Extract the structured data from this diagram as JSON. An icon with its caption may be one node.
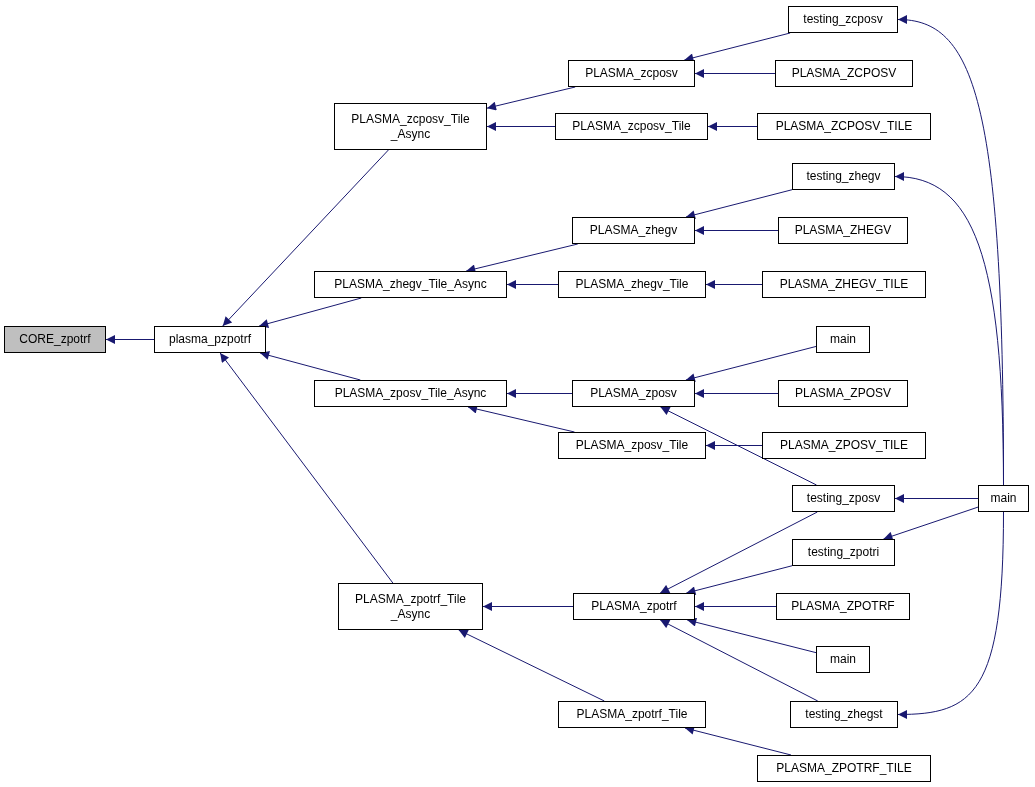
{
  "diagram": {
    "nodes": [
      {
        "text": [
          "CORE_zpotrf"
        ]
      },
      {
        "text": [
          "plasma_pzpotrf"
        ]
      },
      {
        "text": [
          "PLASMA_zcposv_Tile _Async"
        ]
      },
      {
        "text": [
          "PLASMA_zhegv_Tile_Async"
        ]
      },
      {
        "text": [
          "PLASMA_zposv_Tile_Async"
        ]
      },
      {
        "text": [
          "PLASMA_zpotrf_Tile _Async"
        ]
      },
      {
        "text": [
          "PLASMA_zcposv"
        ]
      },
      {
        "text": [
          "PLASMA_zcposv_Tile"
        ]
      },
      {
        "text": [
          "PLASMA_zhegv"
        ]
      },
      {
        "text": [
          "PLASMA_zhegv_Tile"
        ]
      },
      {
        "text": [
          "PLASMA_zposv"
        ]
      },
      {
        "text": [
          "PLASMA_zposv_Tile"
        ]
      },
      {
        "text": [
          "PLASMA_zpotrf"
        ]
      },
      {
        "text": [
          "PLASMA_zpotrf_Tile"
        ]
      },
      {
        "text": [
          "testing_zcposv"
        ]
      },
      {
        "text": [
          "PLASMA_ZCPOSV"
        ]
      },
      {
        "text": [
          "PLASMA_ZCPOSV_TILE"
        ]
      },
      {
        "text": [
          "testing_zhegv"
        ]
      },
      {
        "text": [
          "PLASMA_ZHEGV"
        ]
      },
      {
        "text": [
          "PLASMA_ZHEGV_TILE"
        ]
      },
      {
        "text": [
          "main"
        ]
      },
      {
        "text": [
          "PLASMA_ZPOSV"
        ]
      },
      {
        "text": [
          "PLASMA_ZPOSV_TILE"
        ]
      },
      {
        "text": [
          "testing_zposv"
        ]
      },
      {
        "text": [
          "testing_zpotri"
        ]
      },
      {
        "text": [
          "PLASMA_ZPOTRF"
        ]
      },
      {
        "text": [
          "main"
        ]
      },
      {
        "text": [
          "testing_zhegst"
        ]
      },
      {
        "text": [
          "PLASMA_ZPOTRF_TILE"
        ]
      },
      {
        "text": [
          "main"
        ]
      }
    ],
    "edges": [
      {
        "from": 1,
        "to": 0,
        "arrow": "to"
      },
      {
        "from": 2,
        "to": 1,
        "arrow": "to"
      },
      {
        "from": 3,
        "to": 1,
        "arrow": "to"
      },
      {
        "from": 4,
        "to": 1,
        "arrow": "to"
      },
      {
        "from": 5,
        "to": 1,
        "arrow": "to"
      },
      {
        "from": 6,
        "to": 2,
        "arrow": "to"
      },
      {
        "from": 7,
        "to": 2,
        "arrow": "to"
      },
      {
        "from": 8,
        "to": 3,
        "arrow": "to"
      },
      {
        "from": 9,
        "to": 3,
        "arrow": "to"
      },
      {
        "from": 10,
        "to": 4,
        "arrow": "to"
      },
      {
        "from": 11,
        "to": 4,
        "arrow": "to"
      },
      {
        "from": 12,
        "to": 5,
        "arrow": "to"
      },
      {
        "from": 13,
        "to": 5,
        "arrow": "to"
      },
      {
        "from": 14,
        "to": 6,
        "arrow": "to"
      },
      {
        "from": 15,
        "to": 6,
        "arrow": "to"
      },
      {
        "from": 16,
        "to": 7,
        "arrow": "to"
      },
      {
        "from": 17,
        "to": 8,
        "arrow": "to"
      },
      {
        "from": 18,
        "to": 8,
        "arrow": "to"
      },
      {
        "from": 19,
        "to": 9,
        "arrow": "to"
      },
      {
        "from": 20,
        "to": 10,
        "arrow": "to"
      },
      {
        "from": 21,
        "to": 10,
        "arrow": "to"
      },
      {
        "from": 22,
        "to": 11,
        "arrow": "to"
      },
      {
        "from": 23,
        "to": 10,
        "arrow": "to"
      },
      {
        "from": 23,
        "to": 12,
        "arrow": "to"
      },
      {
        "from": 24,
        "to": 12,
        "arrow": "to"
      },
      {
        "from": 25,
        "to": 12,
        "arrow": "to"
      },
      {
        "from": 26,
        "to": 12,
        "arrow": "to"
      },
      {
        "from": 27,
        "to": 12,
        "arrow": "to"
      },
      {
        "from": 28,
        "to": 13,
        "arrow": "to"
      },
      {
        "from": 29,
        "to": 14,
        "arrow": "to"
      },
      {
        "from": 29,
        "to": 17,
        "arrow": "to"
      },
      {
        "from": 29,
        "to": 23,
        "arrow": "to"
      },
      {
        "from": 29,
        "to": 24,
        "arrow": "to"
      },
      {
        "from": 29,
        "to": 27,
        "arrow": "to"
      }
    ]
  }
}
